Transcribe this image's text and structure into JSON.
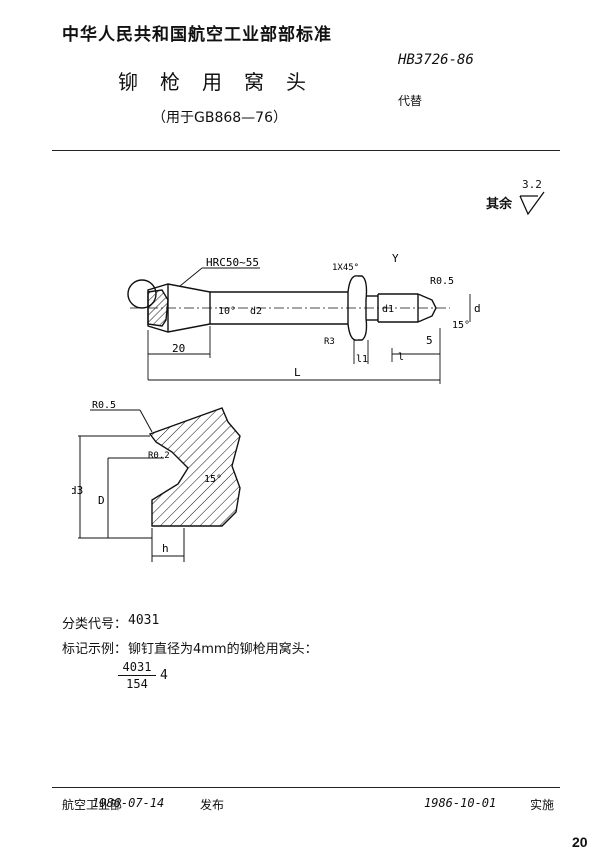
{
  "header": {
    "organization": "中华人民共和国航空工业部部标准",
    "standard_number": "HB3726-86",
    "replaces_label": "代替"
  },
  "title": {
    "main": "铆枪用窝头",
    "subtitle": "（用于GB868—76）"
  },
  "roughness": {
    "label": "其余",
    "value": "3.2"
  },
  "drawing_main": {
    "hardness": "HRC50~55",
    "chamfer": "1X45°",
    "surface_y": "Y",
    "radius_tip": "R0.5",
    "angle_10": "10°",
    "d2": "d2",
    "d1": "d1",
    "d": "d",
    "l1": "l1",
    "l": "l",
    "L": "L",
    "dim_20": "20",
    "dim_5": "5",
    "angle_15": "15°",
    "r3": "R3"
  },
  "drawing_detail": {
    "radius": "R0.5",
    "r02": "R0.2",
    "angle_15": "15°",
    "d3": "d3",
    "D": "D",
    "h": "h"
  },
  "info": {
    "class_label": "分类代号：",
    "class_code": "4031",
    "marking_label": "标记示例：",
    "marking_text": "铆钉直径为4mm的铆枪用窝头：",
    "frac_num": "4031",
    "frac_den": "154",
    "frac_suffix": "4"
  },
  "footer": {
    "issuer": "航空工业部",
    "issue_date": "1986-07-14",
    "issue_label": "发布",
    "effective_date": "1986-10-01",
    "effective_label": "实施",
    "page": "20"
  }
}
